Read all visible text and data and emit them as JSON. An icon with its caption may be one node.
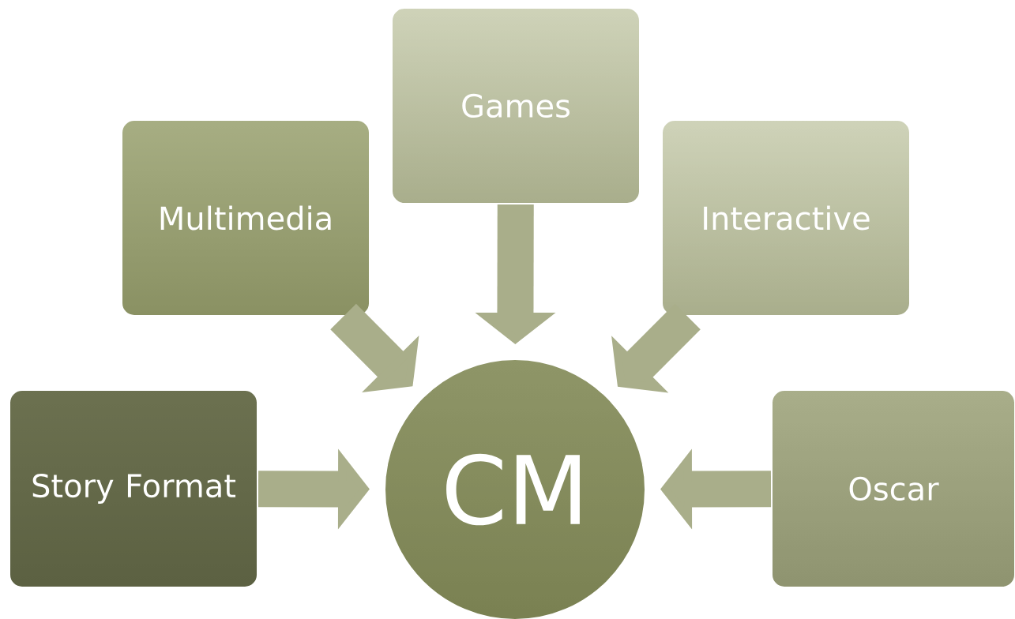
{
  "diagram": {
    "nodes": [
      {
        "text": [
          "Story Format"
        ]
      },
      {
        "text": [
          "Multimedia"
        ]
      },
      {
        "text": [
          "Games"
        ]
      },
      {
        "text": [
          "Interactive"
        ]
      },
      {
        "text": [
          "Oscar"
        ]
      },
      {
        "text": [
          "CM"
        ]
      }
    ],
    "edges": [
      {
        "from": 0,
        "to": 5,
        "arrow": "to"
      },
      {
        "from": 1,
        "to": 5,
        "arrow": "to"
      },
      {
        "from": 2,
        "to": 5,
        "arrow": "to"
      },
      {
        "from": 3,
        "to": 5,
        "arrow": "to"
      },
      {
        "from": 4,
        "to": 5,
        "arrow": "to"
      }
    ]
  }
}
